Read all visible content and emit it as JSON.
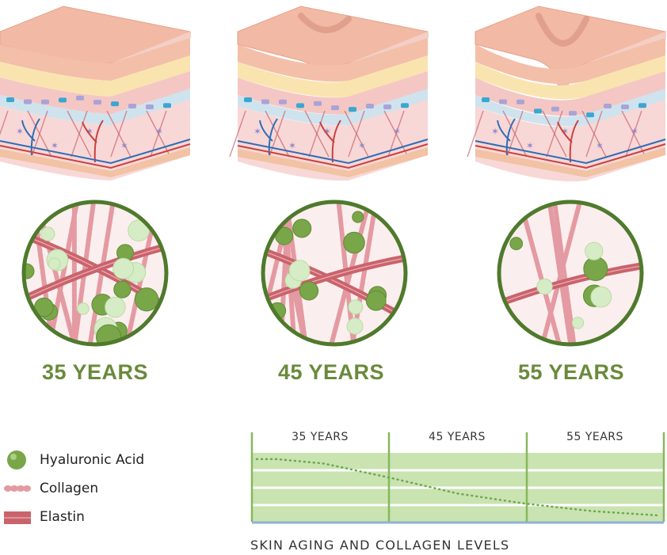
{
  "panels": [
    {
      "age_label": "35 YEARS",
      "hyaluronic_level": 1.0,
      "wrinkle_depth": 0.0
    },
    {
      "age_label": "45 YEARS",
      "hyaluronic_level": 0.55,
      "wrinkle_depth": 0.5
    },
    {
      "age_label": "55 YEARS",
      "hyaluronic_level": 0.2,
      "wrinkle_depth": 1.0
    }
  ],
  "legend": {
    "hyaluronic": "Hyaluronic Acid",
    "collagen": "Collagen",
    "elastin": "Elastin"
  },
  "chart": {
    "columns": [
      "35 YEARS",
      "45 YEARS",
      "55 YEARS"
    ],
    "title": "SKIN AGING AND COLLAGEN LEVELS"
  },
  "chart_data": {
    "type": "line",
    "categories": [
      "35 YEARS",
      "45 YEARS",
      "55 YEARS"
    ],
    "x": [
      0,
      0.15,
      0.5,
      1.0,
      1.5,
      2.0,
      2.5,
      3.0
    ],
    "values": [
      1.0,
      1.0,
      0.93,
      0.7,
      0.45,
      0.29,
      0.17,
      0.1
    ],
    "ylim": [
      0,
      1.1
    ]
  },
  "colors": {
    "label_green": "#6a8a3c",
    "circle_border": "#4f7a2c",
    "chart_fill": "#c9e3b1",
    "chart_divider": "#86b85c",
    "chart_baseline": "#8db1d8",
    "trend_dot": "#6da850",
    "collagen": "#e49aa2",
    "elastin": "#c9636c",
    "ha_dark": "#79a648",
    "ha_light": "#d6ecc6"
  }
}
